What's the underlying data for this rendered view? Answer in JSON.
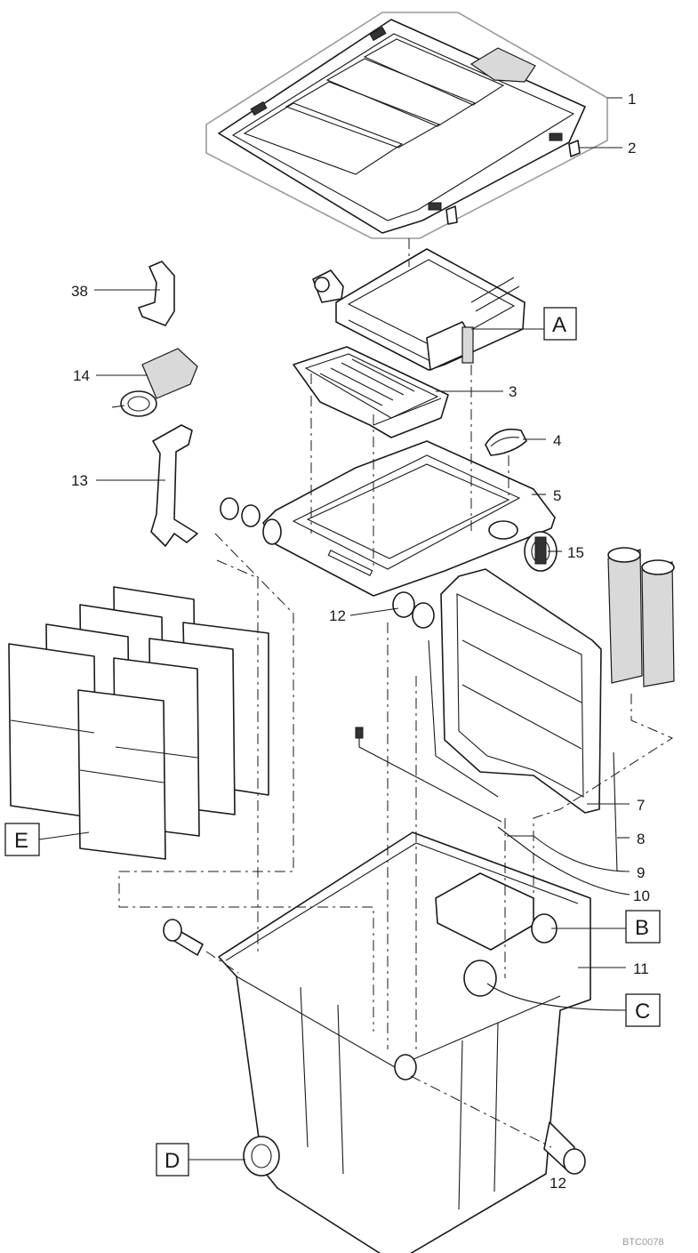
{
  "part_numbers": {
    "n1": "1",
    "n2": "2",
    "n3": "3",
    "n4": "4",
    "n5": "5",
    "n7": "7",
    "n8": "8",
    "n9": "9",
    "n10": "10",
    "n11": "11",
    "n12a": "12",
    "n12b": "12",
    "n13": "13",
    "n14": "14",
    "n15": "15",
    "n38": "38"
  },
  "assembly_letters": {
    "A": "A",
    "B": "B",
    "C": "C",
    "D": "D",
    "E": "E"
  },
  "drawing_code": "BTC0078"
}
